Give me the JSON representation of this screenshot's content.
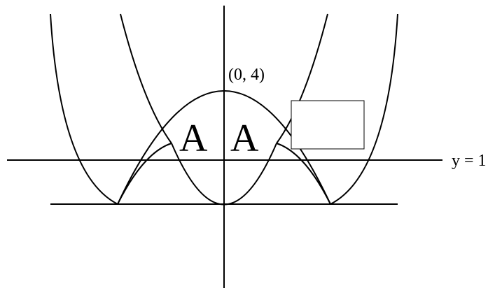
{
  "labels": {
    "vertex": "(0, 4)",
    "line_y1": "y = 1",
    "region_left": "A",
    "region_right": "A"
  },
  "colors": {
    "stroke": "#000000",
    "background": "#ffffff"
  }
}
